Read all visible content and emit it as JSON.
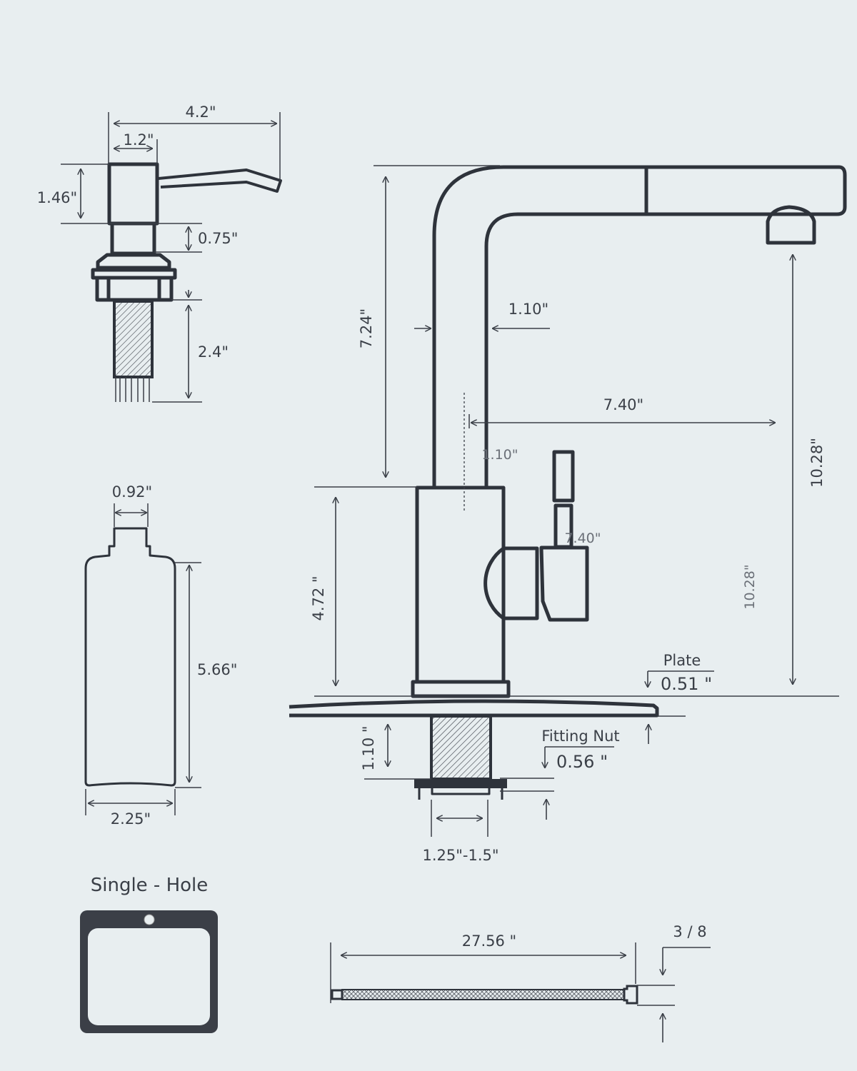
{
  "colors": {
    "background": "#e8eef0",
    "line": "#2e333b",
    "sink_fill": "#3b3f47"
  },
  "soap_dispenser": {
    "total_length": "4.2\"",
    "head_width": "1.2\"",
    "head_height": "1.46\"",
    "neck_height": "0.75\"",
    "shank_length": "2.4\""
  },
  "soap_bottle": {
    "neck_width": "0.92\"",
    "height": "5.66\"",
    "width": "2.25\""
  },
  "sink": {
    "title": "Single - Hole"
  },
  "faucet": {
    "spout_height": "7.24\"",
    "tube_diameter": "1.10\"",
    "reach": "7.40\"",
    "ghost_tube_diameter": "1.10\"",
    "total_height": "10.28\"",
    "ghost_reach": "7.40\"",
    "ghost_total_height": "10.28\"",
    "body_height": "4.72 \"",
    "plate_label": "Plate",
    "plate_thickness": "0.51 \"",
    "shank_length": "1.10 \"",
    "fitting_nut_label": "Fitting Nut",
    "fitting_nut_thickness": "0.56 \"",
    "hole_size": "1.25\"-1.5\""
  },
  "hose": {
    "length": "27.56 \"",
    "connector_size": "3 / 8"
  }
}
